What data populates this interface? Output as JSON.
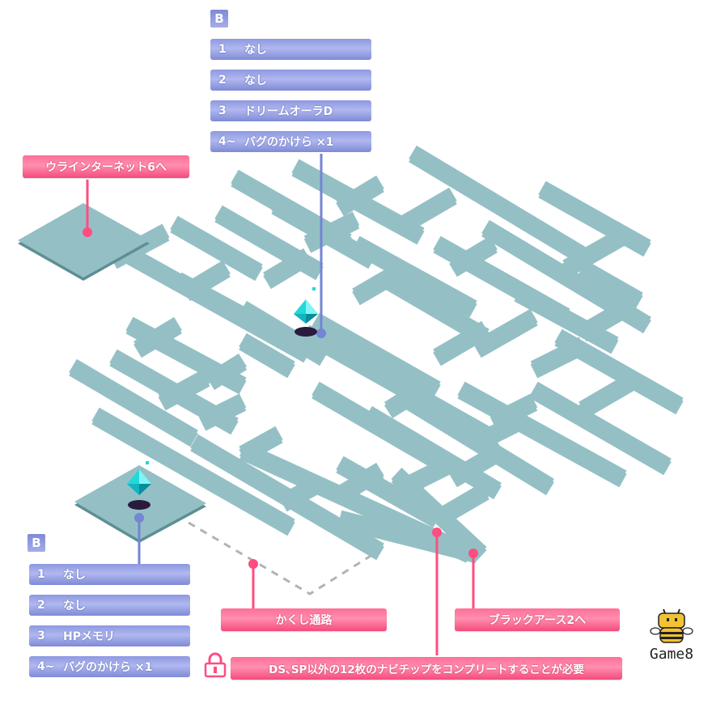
{
  "colors": {
    "floor": "#94c0c5",
    "floor_shadow": "#5e8f92",
    "pink": "#ff4d80",
    "blue_line": "#7485d4",
    "dash": "#b3b3b3",
    "crystal": "#22d8d8",
    "crystal_shadow": "#2a1a3d"
  },
  "labels": {
    "to_internet6": "ウラインターネット6へ",
    "hidden_path": "かくし通路",
    "to_black_earth2": "ブラックアース2へ",
    "requirement": "DS､SP以外の12枚のナビチップをコンプリートすることが必要"
  },
  "bmd_top": {
    "badge": "B",
    "items": [
      {
        "num": "1",
        "text": "なし"
      },
      {
        "num": "2",
        "text": "なし"
      },
      {
        "num": "3",
        "text": "ドリームオーラD"
      },
      {
        "num": "4~",
        "text": "バグのかけら ×1"
      }
    ]
  },
  "bmd_bottom": {
    "badge": "B",
    "items": [
      {
        "num": "1",
        "text": "なし"
      },
      {
        "num": "2",
        "text": "なし"
      },
      {
        "num": "3",
        "text": "HPメモリ"
      },
      {
        "num": "4~",
        "text": "バグのかけら ×1"
      }
    ]
  },
  "icons": {
    "lock": "lock-icon",
    "crystal": "mystery-data-crystal-icon",
    "logo": "game8-bee-logo"
  },
  "logo": {
    "text": "Game8"
  }
}
